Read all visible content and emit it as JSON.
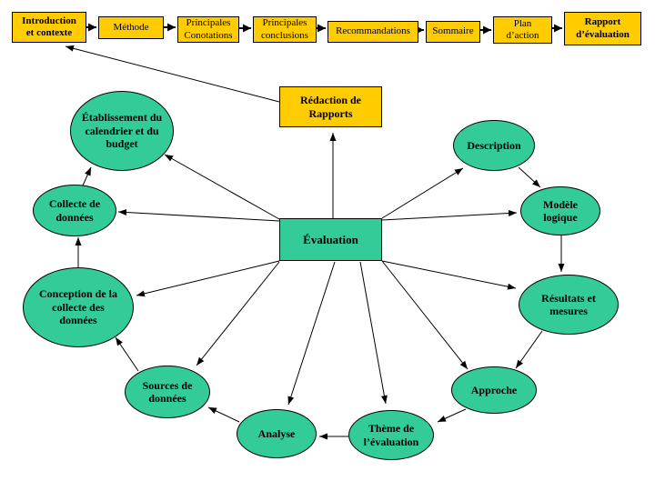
{
  "colors": {
    "node_fill": "#33CC99",
    "box_fill": "#FFCC00",
    "line_color": "#000000"
  },
  "flow_steps": [
    {
      "id": "introduction",
      "label": "Introduction\net contexte"
    },
    {
      "id": "methode",
      "label": "Méthode"
    },
    {
      "id": "principales-conotations",
      "label": "Principales\nConotations"
    },
    {
      "id": "principales-conclusions",
      "label": "Principales\nconclusions"
    },
    {
      "id": "recommandations",
      "label": "Recommandations"
    },
    {
      "id": "sommaire",
      "label": "Sommaire"
    },
    {
      "id": "plan-d-action",
      "label": "Plan\nd’action"
    },
    {
      "id": "rapport-d-evaluation",
      "label": "Rapport\nd’évaluation"
    }
  ],
  "report_box": {
    "label": "Rédaction de\nRapports"
  },
  "center_node": {
    "label": "Évaluation"
  },
  "cycle_nodes": [
    {
      "id": "etablissement",
      "label": "Établissement du\ncalendrier et du\nbudget"
    },
    {
      "id": "collecte",
      "label": "Collecte de\ndonnées"
    },
    {
      "id": "conception",
      "label": "Conception de la\ncollecte des\ndonnées"
    },
    {
      "id": "sources",
      "label": "Sources de\ndonnées"
    },
    {
      "id": "analyse",
      "label": "Analyse"
    },
    {
      "id": "theme",
      "label": "Thème de\nl’évaluation"
    },
    {
      "id": "approche",
      "label": "Approche"
    },
    {
      "id": "resultats",
      "label": "Résultats et\nmesures"
    },
    {
      "id": "modele",
      "label": "Modèle\nlogique"
    },
    {
      "id": "description",
      "label": "Description"
    }
  ]
}
